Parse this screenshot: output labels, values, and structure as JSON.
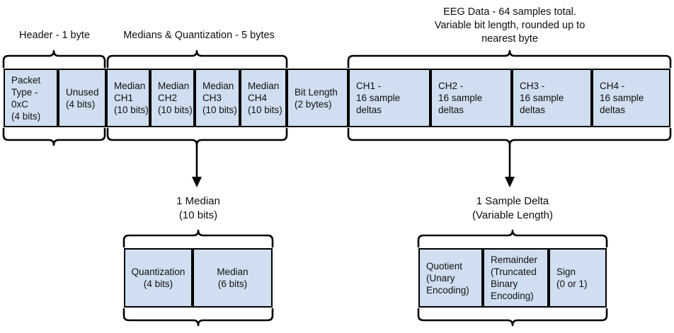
{
  "diagram": {
    "title_top_groups": [
      {
        "id": "header-group",
        "label": "Header - 1 byte"
      },
      {
        "id": "medians-group",
        "label": "Medians & Quantization - 5 bytes"
      },
      {
        "id": "eeg-group",
        "label": "EEG Data - 64 samples total.\nVariable bit length, rounded up to\nnearest byte"
      }
    ],
    "packet_fields": [
      {
        "id": "packet-type",
        "label": "Packet\nType -\n0xC\n(4 bits)"
      },
      {
        "id": "unused",
        "label": "Unused\n(4 bits)"
      },
      {
        "id": "median-ch1",
        "label": "Median\nCH1\n(10 bits)"
      },
      {
        "id": "median-ch2",
        "label": "Median\nCH2\n(10 bits)"
      },
      {
        "id": "median-ch3",
        "label": "Median\nCH3\n(10 bits)"
      },
      {
        "id": "median-ch4",
        "label": "Median\nCH4\n(10 bits)"
      },
      {
        "id": "bit-length",
        "label": "Bit Length\n(2 bytes)"
      },
      {
        "id": "ch1-deltas",
        "label": "CH1 -\n16 sample\ndeltas"
      },
      {
        "id": "ch2-deltas",
        "label": "CH2 -\n16 sample\ndeltas"
      },
      {
        "id": "ch3-deltas",
        "label": "CH3 -\n16 sample\ndeltas"
      },
      {
        "id": "ch4-deltas",
        "label": "CH4 -\n16 sample\ndeltas"
      }
    ],
    "median_detail": {
      "title": "1 Median\n(10 bits)",
      "fields": [
        {
          "id": "quantization",
          "label": "Quantization\n(4 bits)"
        },
        {
          "id": "median-value",
          "label": "Median\n(6 bits)"
        }
      ]
    },
    "sample_delta_detail": {
      "title": "1 Sample Delta\n(Variable Length)",
      "fields": [
        {
          "id": "quotient",
          "label": "Quotient\n(Unary\nEncoding)"
        },
        {
          "id": "remainder",
          "label": "Remainder\n(Truncated\nBinary\nEncoding)"
        },
        {
          "id": "sign",
          "label": "Sign\n(0 or 1)"
        }
      ]
    },
    "colors": {
      "cell_fill": "#cfdef0",
      "stroke": "#000000",
      "text": "#111111",
      "background": "#ffffff"
    }
  }
}
